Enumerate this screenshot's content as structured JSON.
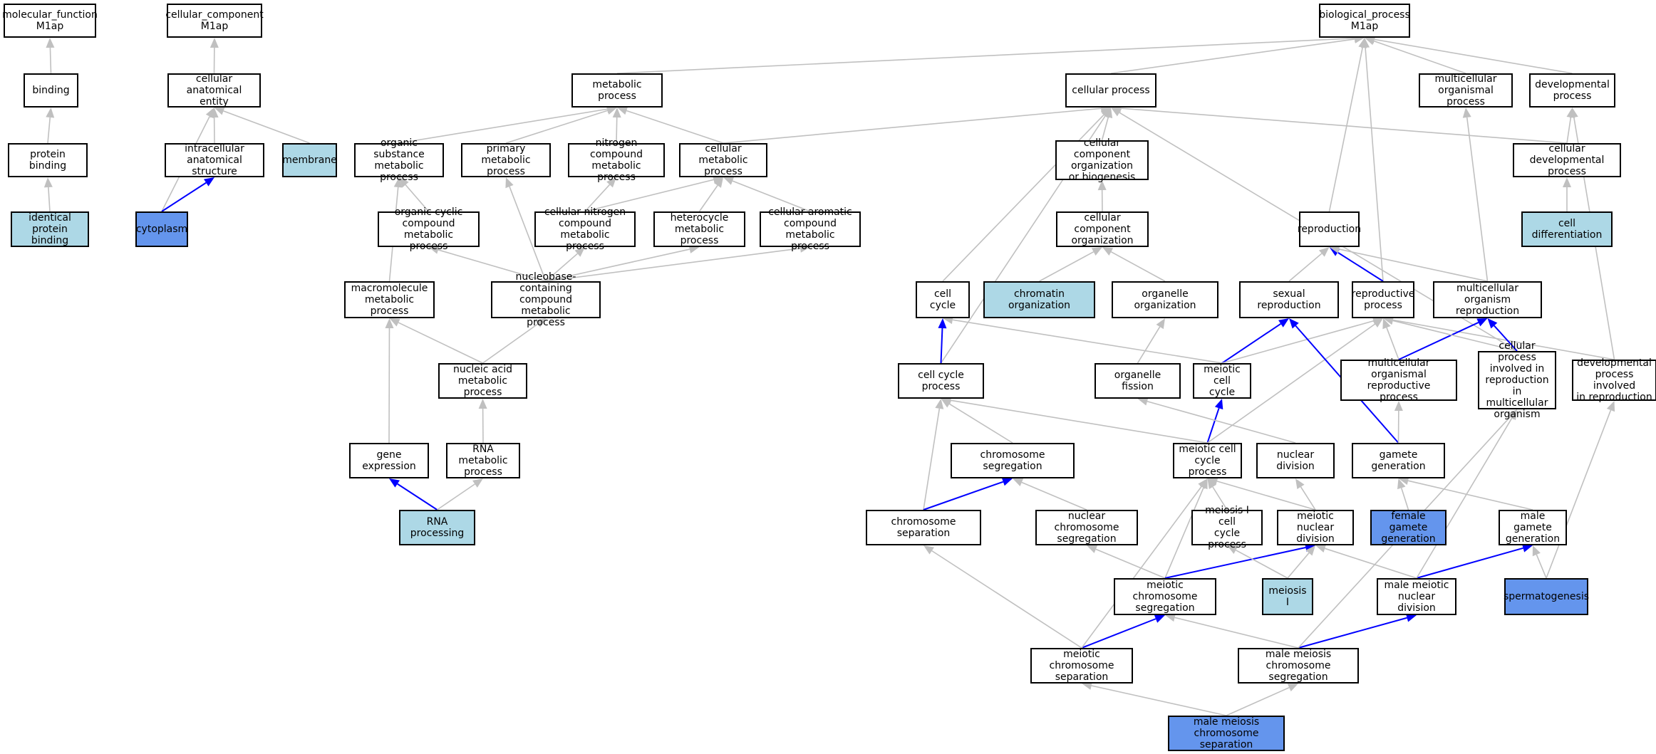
{
  "palette": {
    "edge_gray": "#c0c0c0",
    "edge_blue": "#0000ff",
    "node_plain": "#ffffff",
    "node_light": "#add8e6",
    "node_dark": "#6495ed",
    "border": "#000000"
  },
  "nodes": [
    {
      "id": "mf_root",
      "label": "molecular_function\nM1ap",
      "fill": "plain"
    },
    {
      "id": "binding",
      "label": "binding",
      "fill": "plain"
    },
    {
      "id": "protein_binding",
      "label": "protein binding",
      "fill": "plain"
    },
    {
      "id": "identical_protein_binding",
      "label": "identical protein\nbinding",
      "fill": "light"
    },
    {
      "id": "cc_root",
      "label": "cellular_component\nM1ap",
      "fill": "plain"
    },
    {
      "id": "cellular_anatomical_entity",
      "label": "cellular anatomical\nentity",
      "fill": "plain"
    },
    {
      "id": "intracellular_anatomical_structure",
      "label": "intracellular\nanatomical structure",
      "fill": "plain"
    },
    {
      "id": "membrane",
      "label": "membrane",
      "fill": "light"
    },
    {
      "id": "cytoplasm",
      "label": "cytoplasm",
      "fill": "dark"
    },
    {
      "id": "bp_root",
      "label": "biological_process\nM1ap",
      "fill": "plain"
    },
    {
      "id": "metabolic_process",
      "label": "metabolic process",
      "fill": "plain"
    },
    {
      "id": "cellular_process",
      "label": "cellular process",
      "fill": "plain"
    },
    {
      "id": "multicellular_organismal_process",
      "label": "multicellular\norganismal process",
      "fill": "plain"
    },
    {
      "id": "developmental_process",
      "label": "developmental\nprocess",
      "fill": "plain"
    },
    {
      "id": "organic_substance_metabolic_process",
      "label": "organic substance\nmetabolic process",
      "fill": "plain"
    },
    {
      "id": "primary_metabolic_process",
      "label": "primary metabolic\nprocess",
      "fill": "plain"
    },
    {
      "id": "nitrogen_compound_metabolic_process",
      "label": "nitrogen compound\nmetabolic process",
      "fill": "plain"
    },
    {
      "id": "cellular_metabolic_process",
      "label": "cellular metabolic\nprocess",
      "fill": "plain"
    },
    {
      "id": "ccob",
      "label": "cellular component\norganization\nor biogenesis",
      "fill": "plain"
    },
    {
      "id": "cellular_developmental_process",
      "label": "cellular developmental\nprocess",
      "fill": "plain"
    },
    {
      "id": "organic_cyclic_compound_metabolic_process",
      "label": "organic cyclic\ncompound metabolic\nprocess",
      "fill": "plain"
    },
    {
      "id": "cellular_nitrogen_compound_metabolic_process",
      "label": "cellular nitrogen\ncompound metabolic\nprocess",
      "fill": "plain"
    },
    {
      "id": "heterocycle_metabolic_process",
      "label": "heterocycle\nmetabolic process",
      "fill": "plain"
    },
    {
      "id": "cellular_aromatic_compound_metabolic_process",
      "label": "cellular aromatic\ncompound metabolic\nprocess",
      "fill": "plain"
    },
    {
      "id": "cellular_component_organization",
      "label": "cellular component\norganization",
      "fill": "plain"
    },
    {
      "id": "reproduction",
      "label": "reproduction",
      "fill": "plain"
    },
    {
      "id": "cell_differentiation",
      "label": "cell differentiation",
      "fill": "light"
    },
    {
      "id": "macromolecule_metabolic_process",
      "label": "macromolecule\nmetabolic process",
      "fill": "plain"
    },
    {
      "id": "nucleobase_containing_compound_metabolic_process",
      "label": "nucleobase-containing\ncompound metabolic\nprocess",
      "fill": "plain"
    },
    {
      "id": "cell_cycle",
      "label": "cell cycle",
      "fill": "plain"
    },
    {
      "id": "chromatin_organization",
      "label": "chromatin organization",
      "fill": "light"
    },
    {
      "id": "organelle_organization",
      "label": "organelle organization",
      "fill": "plain"
    },
    {
      "id": "sexual_reproduction",
      "label": "sexual reproduction",
      "fill": "plain"
    },
    {
      "id": "reproductive_process",
      "label": "reproductive\nprocess",
      "fill": "plain"
    },
    {
      "id": "multicellular_organism_reproduction",
      "label": "multicellular\norganism reproduction",
      "fill": "plain"
    },
    {
      "id": "nucleic_acid_metabolic_process",
      "label": "nucleic acid\nmetabolic process",
      "fill": "plain"
    },
    {
      "id": "cell_cycle_process",
      "label": "cell cycle process",
      "fill": "plain"
    },
    {
      "id": "organelle_fission",
      "label": "organelle fission",
      "fill": "plain"
    },
    {
      "id": "meiotic_cell_cycle",
      "label": "meiotic cell\ncycle",
      "fill": "plain"
    },
    {
      "id": "multicellular_organismal_reproductive_process",
      "label": "multicellular\norganismal reproductive\nprocess",
      "fill": "plain"
    },
    {
      "id": "cellular_process_involved_in_reproduction",
      "label": "cellular process\ninvolved in\nreproduction\nin multicellular\norganism",
      "fill": "plain"
    },
    {
      "id": "developmental_process_involved_in_reproduction",
      "label": "developmental\nprocess involved\nin reproduction",
      "fill": "plain"
    },
    {
      "id": "gene_expression",
      "label": "gene expression",
      "fill": "plain"
    },
    {
      "id": "rna_metabolic_process",
      "label": "RNA metabolic\nprocess",
      "fill": "plain"
    },
    {
      "id": "chromosome_segregation",
      "label": "chromosome segregation",
      "fill": "plain"
    },
    {
      "id": "meiotic_cell_cycle_process",
      "label": "meiotic cell\ncycle process",
      "fill": "plain"
    },
    {
      "id": "nuclear_division",
      "label": "nuclear division",
      "fill": "plain"
    },
    {
      "id": "gamete_generation",
      "label": "gamete generation",
      "fill": "plain"
    },
    {
      "id": "rna_processing",
      "label": "RNA processing",
      "fill": "light"
    },
    {
      "id": "chromosome_separation",
      "label": "chromosome separation",
      "fill": "plain"
    },
    {
      "id": "nuclear_chromosome_segregation",
      "label": "nuclear chromosome\nsegregation",
      "fill": "plain"
    },
    {
      "id": "meiosis_i_cell_cycle_process",
      "label": "meiosis I cell\ncycle process",
      "fill": "plain"
    },
    {
      "id": "meiotic_nuclear_division",
      "label": "meiotic nuclear\ndivision",
      "fill": "plain"
    },
    {
      "id": "female_gamete_generation",
      "label": "female gamete\ngeneration",
      "fill": "dark"
    },
    {
      "id": "male_gamete_generation",
      "label": "male gamete\ngeneration",
      "fill": "plain"
    },
    {
      "id": "meiotic_chromosome_segregation",
      "label": "meiotic chromosome\nsegregation",
      "fill": "plain"
    },
    {
      "id": "meiosis_i",
      "label": "meiosis I",
      "fill": "light"
    },
    {
      "id": "male_meiotic_nuclear_division",
      "label": "male meiotic\nnuclear division",
      "fill": "plain"
    },
    {
      "id": "spermatogenesis",
      "label": "spermatogenesis",
      "fill": "dark"
    },
    {
      "id": "meiotic_chromosome_separation",
      "label": "meiotic chromosome\nseparation",
      "fill": "plain"
    },
    {
      "id": "male_meiosis_chromosome_segregation",
      "label": "male meiosis\nchromosome segregation",
      "fill": "plain"
    },
    {
      "id": "male_meiosis_chromosome_separation",
      "label": "male meiosis\nchromosome separation",
      "fill": "dark"
    }
  ],
  "edges": [
    [
      "binding",
      "mf_root",
      "gray"
    ],
    [
      "protein_binding",
      "binding",
      "gray"
    ],
    [
      "identical_protein_binding",
      "protein_binding",
      "gray"
    ],
    [
      "cellular_anatomical_entity",
      "cc_root",
      "gray"
    ],
    [
      "intracellular_anatomical_structure",
      "cellular_anatomical_entity",
      "gray"
    ],
    [
      "membrane",
      "cellular_anatomical_entity",
      "gray"
    ],
    [
      "cytoplasm",
      "cellular_anatomical_entity",
      "gray"
    ],
    [
      "cytoplasm",
      "intracellular_anatomical_structure",
      "blue"
    ],
    [
      "metabolic_process",
      "bp_root",
      "gray"
    ],
    [
      "cellular_process",
      "bp_root",
      "gray"
    ],
    [
      "multicellular_organismal_process",
      "bp_root",
      "gray"
    ],
    [
      "developmental_process",
      "bp_root",
      "gray"
    ],
    [
      "reproduction",
      "bp_root",
      "gray"
    ],
    [
      "reproductive_process",
      "bp_root",
      "gray"
    ],
    [
      "organic_substance_metabolic_process",
      "metabolic_process",
      "gray"
    ],
    [
      "primary_metabolic_process",
      "metabolic_process",
      "gray"
    ],
    [
      "nitrogen_compound_metabolic_process",
      "metabolic_process",
      "gray"
    ],
    [
      "cellular_metabolic_process",
      "metabolic_process",
      "gray"
    ],
    [
      "cellular_metabolic_process",
      "cellular_process",
      "gray"
    ],
    [
      "ccob",
      "cellular_process",
      "gray"
    ],
    [
      "cellular_developmental_process",
      "cellular_process",
      "gray"
    ],
    [
      "cellular_developmental_process",
      "developmental_process",
      "gray"
    ],
    [
      "cell_differentiation",
      "cellular_developmental_process",
      "gray"
    ],
    [
      "organic_cyclic_compound_metabolic_process",
      "organic_substance_metabolic_process",
      "gray"
    ],
    [
      "macromolecule_metabolic_process",
      "organic_substance_metabolic_process",
      "gray"
    ],
    [
      "cellular_nitrogen_compound_metabolic_process",
      "nitrogen_compound_metabolic_process",
      "gray"
    ],
    [
      "cellular_nitrogen_compound_metabolic_process",
      "cellular_metabolic_process",
      "gray"
    ],
    [
      "heterocycle_metabolic_process",
      "cellular_metabolic_process",
      "gray"
    ],
    [
      "cellular_aromatic_compound_metabolic_process",
      "cellular_metabolic_process",
      "gray"
    ],
    [
      "nucleobase_containing_compound_metabolic_process",
      "primary_metabolic_process",
      "gray"
    ],
    [
      "nucleobase_containing_compound_metabolic_process",
      "organic_cyclic_compound_metabolic_process",
      "gray"
    ],
    [
      "nucleobase_containing_compound_metabolic_process",
      "cellular_nitrogen_compound_metabolic_process",
      "gray"
    ],
    [
      "nucleobase_containing_compound_metabolic_process",
      "heterocycle_metabolic_process",
      "gray"
    ],
    [
      "nucleobase_containing_compound_metabolic_process",
      "cellular_aromatic_compound_metabolic_process",
      "gray"
    ],
    [
      "cellular_component_organization",
      "ccob",
      "gray"
    ],
    [
      "chromatin_organization",
      "cellular_component_organization",
      "gray"
    ],
    [
      "organelle_organization",
      "cellular_component_organization",
      "gray"
    ],
    [
      "cell_cycle",
      "cellular_process",
      "gray"
    ],
    [
      "cell_cycle_process",
      "cellular_process",
      "gray"
    ],
    [
      "cell_cycle_process",
      "cell_cycle",
      "blue"
    ],
    [
      "cellular_process_involved_in_reproduction",
      "cellular_process",
      "gray"
    ],
    [
      "sexual_reproduction",
      "reproduction",
      "gray"
    ],
    [
      "reproductive_process",
      "reproduction",
      "blue"
    ],
    [
      "multicellular_organism_reproduction",
      "reproduction",
      "gray"
    ],
    [
      "multicellular_organism_reproduction",
      "multicellular_organismal_process",
      "gray"
    ],
    [
      "developmental_process_involved_in_reproduction",
      "developmental_process",
      "gray"
    ],
    [
      "developmental_process_involved_in_reproduction",
      "reproductive_process",
      "gray"
    ],
    [
      "nucleic_acid_metabolic_process",
      "macromolecule_metabolic_process",
      "gray"
    ],
    [
      "nucleic_acid_metabolic_process",
      "nucleobase_containing_compound_metabolic_process",
      "gray"
    ],
    [
      "gene_expression",
      "macromolecule_metabolic_process",
      "gray"
    ],
    [
      "rna_metabolic_process",
      "nucleic_acid_metabolic_process",
      "gray"
    ],
    [
      "rna_processing",
      "gene_expression",
      "blue"
    ],
    [
      "rna_processing",
      "rna_metabolic_process",
      "gray"
    ],
    [
      "organelle_fission",
      "organelle_organization",
      "gray"
    ],
    [
      "meiotic_cell_cycle",
      "cell_cycle",
      "gray"
    ],
    [
      "meiotic_cell_cycle",
      "sexual_reproduction",
      "blue"
    ],
    [
      "meiotic_cell_cycle",
      "reproductive_process",
      "gray"
    ],
    [
      "multicellular_organismal_reproductive_process",
      "reproductive_process",
      "gray"
    ],
    [
      "multicellular_organismal_reproductive_process",
      "multicellular_organism_reproduction",
      "blue"
    ],
    [
      "cellular_process_involved_in_reproduction",
      "reproductive_process",
      "gray"
    ],
    [
      "cellular_process_involved_in_reproduction",
      "multicellular_organism_reproduction",
      "blue"
    ],
    [
      "meiotic_cell_cycle_process",
      "meiotic_cell_cycle",
      "blue"
    ],
    [
      "meiotic_cell_cycle_process",
      "cell_cycle_process",
      "gray"
    ],
    [
      "meiotic_cell_cycle_process",
      "reproductive_process",
      "gray"
    ],
    [
      "chromosome_segregation",
      "cell_cycle_process",
      "gray"
    ],
    [
      "chromosome_separation",
      "cell_cycle_process",
      "gray"
    ],
    [
      "chromosome_separation",
      "chromosome_segregation",
      "blue"
    ],
    [
      "nuclear_division",
      "organelle_fission",
      "gray"
    ],
    [
      "gamete_generation",
      "sexual_reproduction",
      "blue"
    ],
    [
      "gamete_generation",
      "multicellular_organismal_reproductive_process",
      "gray"
    ],
    [
      "female_gamete_generation",
      "gamete_generation",
      "gray"
    ],
    [
      "male_gamete_generation",
      "gamete_generation",
      "gray"
    ],
    [
      "nuclear_chromosome_segregation",
      "chromosome_segregation",
      "gray"
    ],
    [
      "meiosis_i_cell_cycle_process",
      "meiotic_cell_cycle_process",
      "gray"
    ],
    [
      "meiotic_nuclear_division",
      "meiotic_cell_cycle_process",
      "gray"
    ],
    [
      "meiotic_nuclear_division",
      "nuclear_division",
      "gray"
    ],
    [
      "meiotic_chromosome_segregation",
      "meiotic_cell_cycle_process",
      "gray"
    ],
    [
      "meiotic_chromosome_segregation",
      "nuclear_chromosome_segregation",
      "gray"
    ],
    [
      "meiotic_chromosome_segregation",
      "meiotic_nuclear_division",
      "blue"
    ],
    [
      "meiosis_i",
      "meiosis_i_cell_cycle_process",
      "gray"
    ],
    [
      "meiosis_i",
      "meiotic_nuclear_division",
      "gray"
    ],
    [
      "male_meiotic_nuclear_division",
      "meiotic_nuclear_division",
      "gray"
    ],
    [
      "male_meiotic_nuclear_division",
      "male_gamete_generation",
      "blue"
    ],
    [
      "male_meiotic_nuclear_division",
      "cellular_process_involved_in_reproduction",
      "gray"
    ],
    [
      "spermatogenesis",
      "male_gamete_generation",
      "gray"
    ],
    [
      "spermatogenesis",
      "developmental_process_involved_in_reproduction",
      "gray"
    ],
    [
      "meiotic_chromosome_separation",
      "meiotic_chromosome_segregation",
      "blue"
    ],
    [
      "meiotic_chromosome_separation",
      "chromosome_separation",
      "gray"
    ],
    [
      "meiotic_chromosome_separation",
      "meiotic_cell_cycle_process",
      "gray"
    ],
    [
      "male_meiosis_chromosome_segregation",
      "meiotic_chromosome_segregation",
      "gray"
    ],
    [
      "male_meiosis_chromosome_segregation",
      "male_meiotic_nuclear_division",
      "blue"
    ],
    [
      "male_meiosis_chromosome_segregation",
      "cellular_process_involved_in_reproduction",
      "gray"
    ],
    [
      "male_meiosis_chromosome_separation",
      "meiotic_chromosome_separation",
      "gray"
    ],
    [
      "male_meiosis_chromosome_separation",
      "male_meiosis_chromosome_segregation",
      "gray"
    ]
  ]
}
